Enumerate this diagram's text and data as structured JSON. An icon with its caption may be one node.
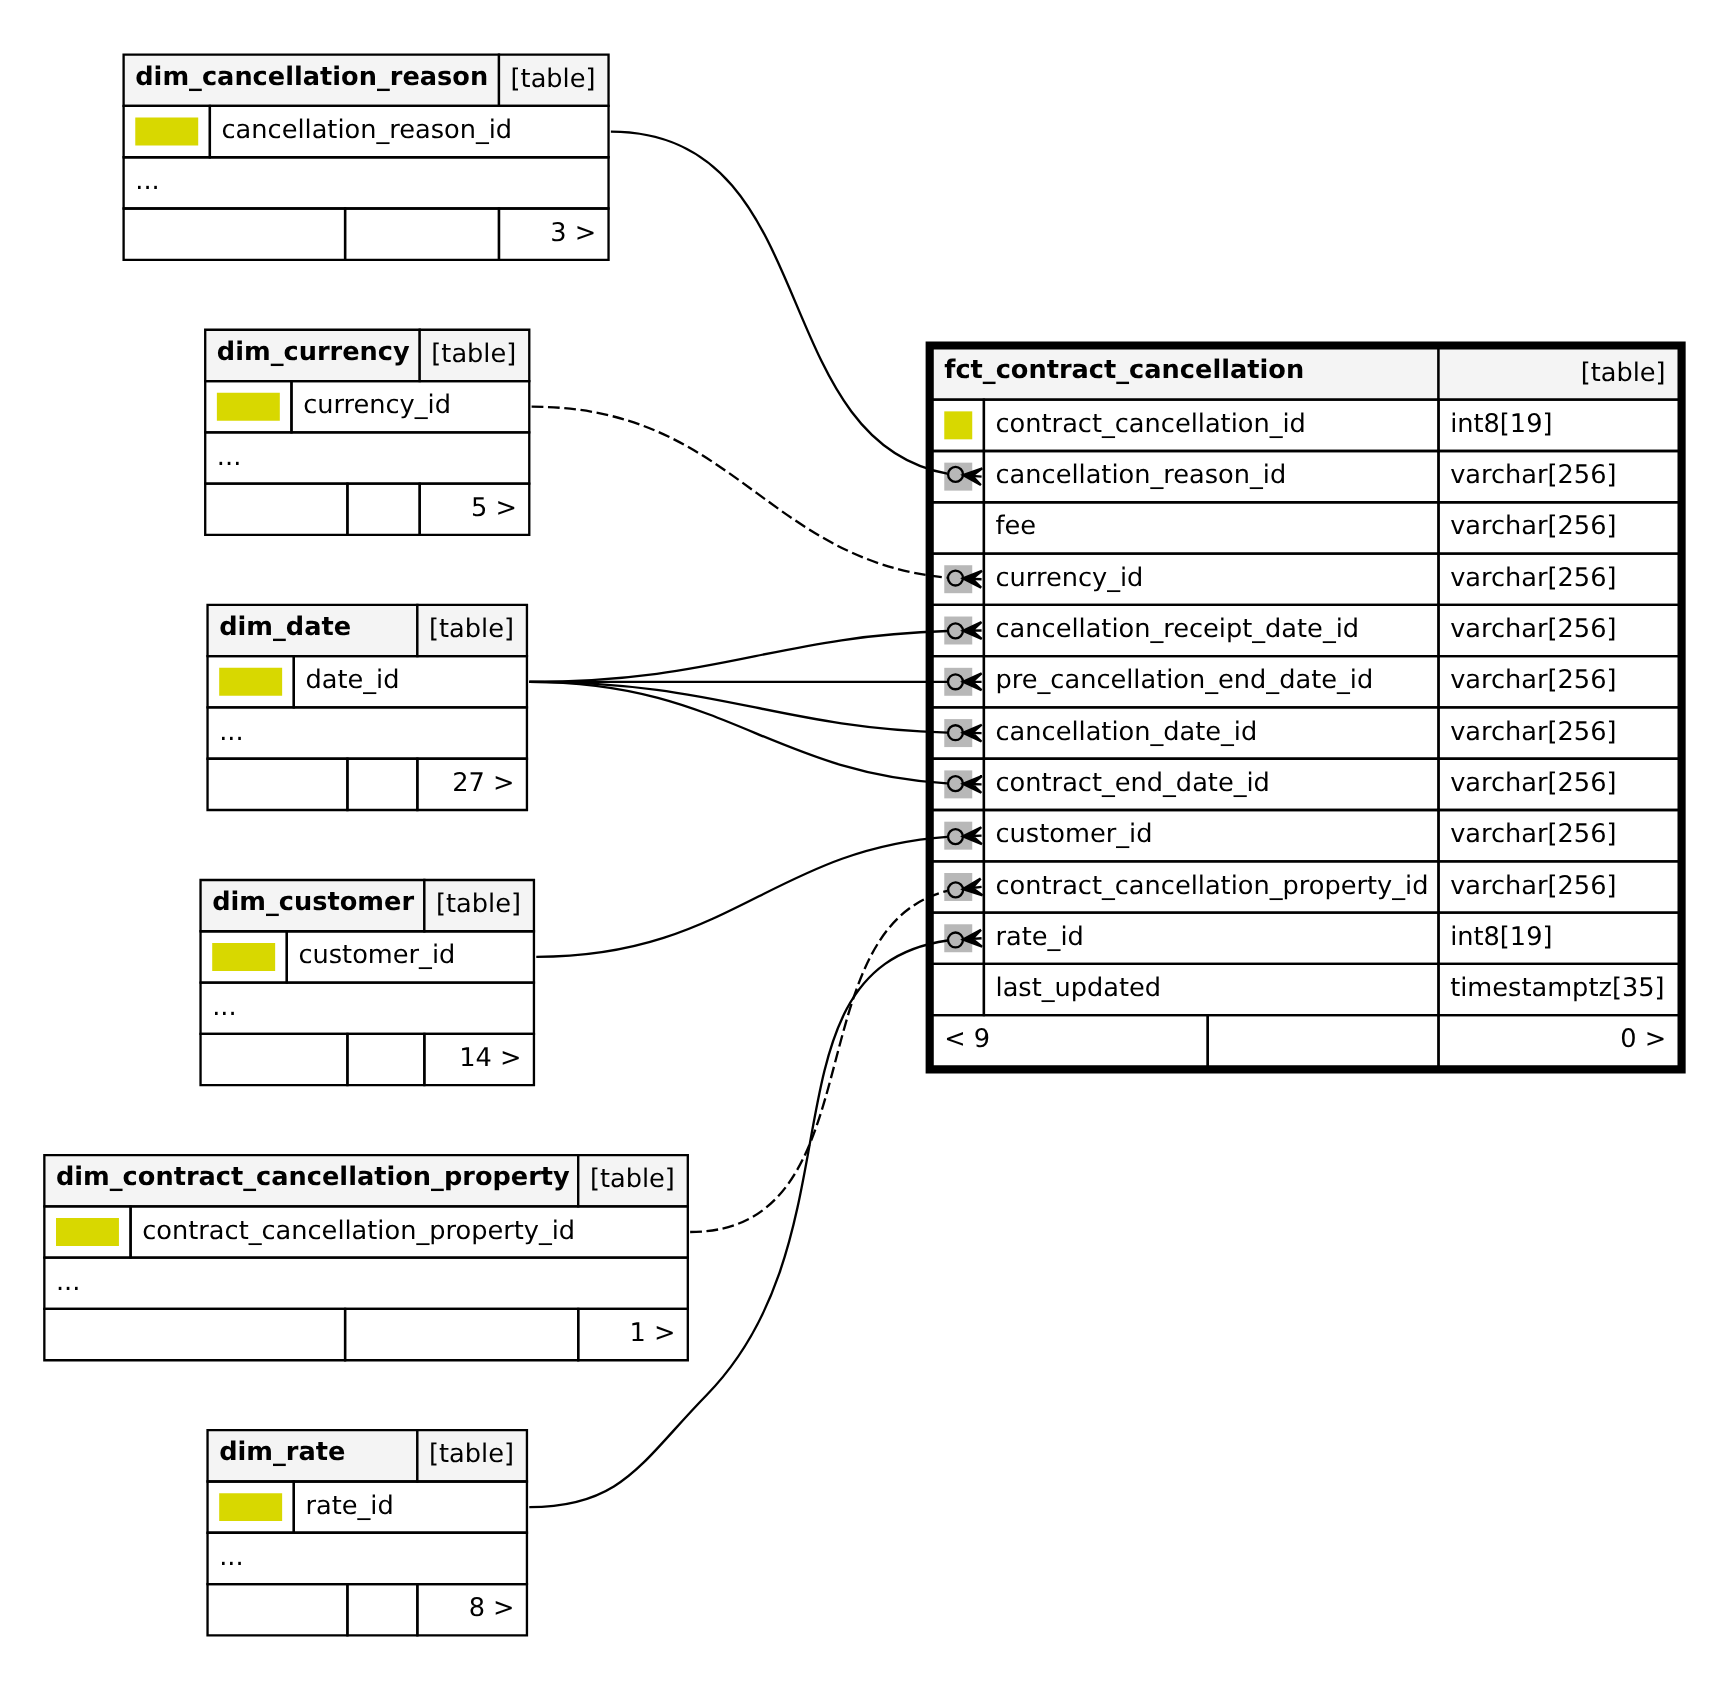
{
  "diagram": {
    "nodes": [
      {
        "text": [
          "dim_cancellation_reason",
          "[table]",
          "cancellation_reason_id",
          "...",
          "3 >"
        ]
      },
      {
        "text": [
          "fct_contract_cancellation",
          "[table]",
          "contract_cancellation_id",
          "int8[19]",
          "cancellation_reason_id",
          "varchar[256]",
          "fee",
          "varchar[256]",
          "currency_id",
          "varchar[256]",
          "cancellation_receipt_date_id",
          "varchar[256]",
          "pre_cancellation_end_date_id",
          "varchar[256]",
          "cancellation_date_id",
          "varchar[256]",
          "contract_end_date_id",
          "varchar[256]",
          "customer_id",
          "varchar[256]",
          "contract_cancellation_property_id",
          "varchar[256]",
          "rate_id",
          "int8[19]",
          "last_updated",
          "timestamptz[35]",
          "< 9",
          "0 >"
        ]
      },
      {
        "text": [
          "dim_currency",
          "[table]",
          "currency_id",
          "...",
          "5 >"
        ]
      },
      {
        "text": [
          "dim_date",
          "[table]",
          "date_id",
          "...",
          "27 >"
        ]
      },
      {
        "text": [
          "dim_customer",
          "[table]",
          "customer_id",
          "...",
          "14 >"
        ]
      },
      {
        "text": [
          "dim_contract_cancellation_property",
          "[table]",
          "contract_cancellation_property_id",
          "...",
          "1 >"
        ]
      },
      {
        "text": [
          "dim_rate",
          "[table]",
          "rate_id",
          "...",
          "8 >"
        ]
      }
    ],
    "edges": [
      {
        "from": 0,
        "to": 1,
        "arrow": "other"
      },
      {
        "from": 2,
        "to": 1,
        "arrow": "other",
        "style": "dashed"
      },
      {
        "from": 3,
        "to": 1,
        "arrow": "other"
      },
      {
        "from": 3,
        "to": 1,
        "arrow": "other"
      },
      {
        "from": 3,
        "to": 1,
        "arrow": "other"
      },
      {
        "from": 3,
        "to": 1,
        "arrow": "other"
      },
      {
        "from": 4,
        "to": 1,
        "arrow": "other"
      },
      {
        "from": 5,
        "to": 1,
        "arrow": "other",
        "style": "dashed"
      },
      {
        "from": 6,
        "to": 1,
        "arrow": "other"
      }
    ]
  }
}
